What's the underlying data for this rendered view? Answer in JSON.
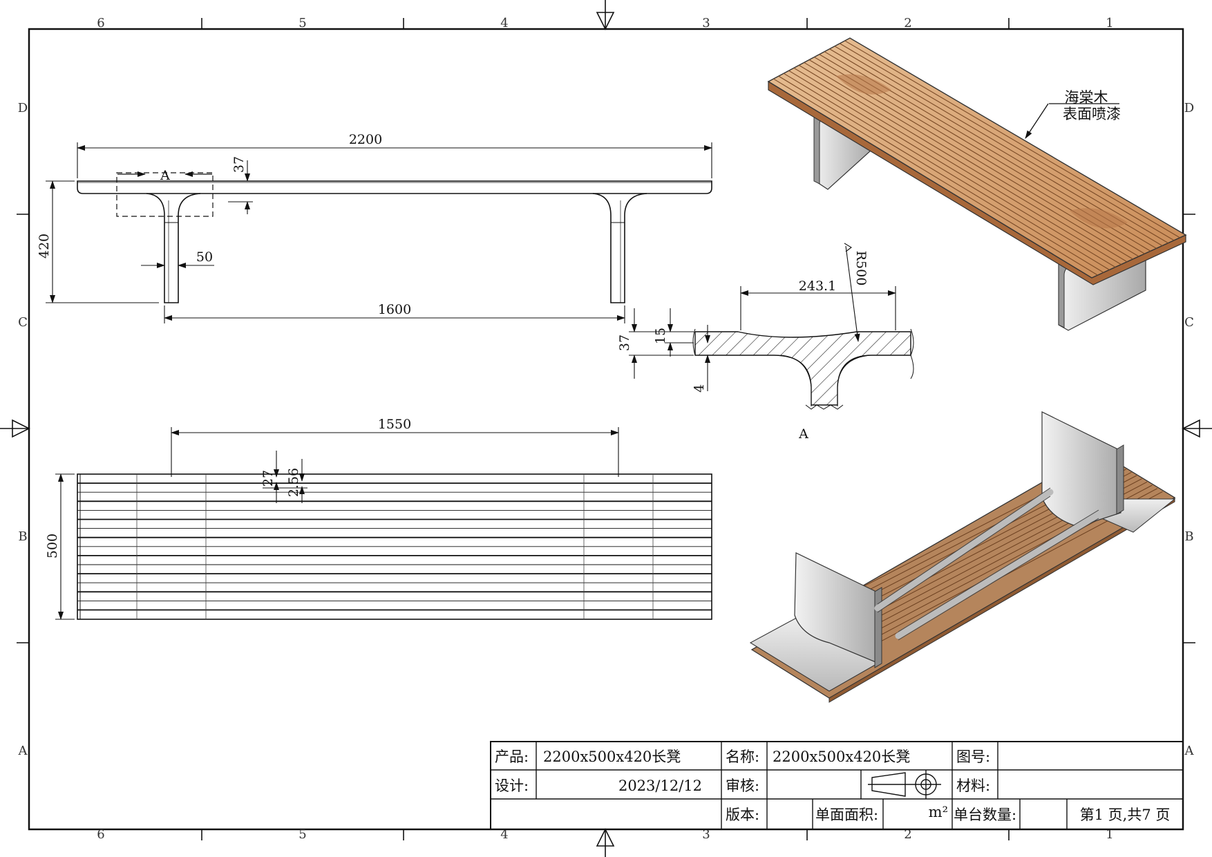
{
  "zones": {
    "columns": [
      "6",
      "5",
      "4",
      "3",
      "2",
      "1"
    ],
    "rows": [
      "D",
      "C",
      "B",
      "A"
    ]
  },
  "front_view": {
    "overall_length": "2200",
    "seat_thickness": "37",
    "height": "420",
    "leg_thickness": "50",
    "leg_spacing": "1600",
    "detail_label": "A"
  },
  "top_view": {
    "slat_spacing": "1550",
    "slat_width": "27",
    "slat_gap": "2.56",
    "depth": "500"
  },
  "detail_a": {
    "label": "A",
    "radius": "R500",
    "recess_width": "243.1",
    "recess_depth": "15",
    "seat_thickness": "37",
    "plate": "4"
  },
  "material_note": {
    "line1": "海棠木",
    "line2": "表面喷漆"
  },
  "colors": {
    "wood": "#c98b57",
    "wood_light": "#e2b68a",
    "metal": "#c9c9c9",
    "metal_dark": "#9a9a9a",
    "line": "#111111"
  },
  "title_block": {
    "product_label": "产品:",
    "product_value": "2200x500x420长凳",
    "name_label": "名称:",
    "name_value": "2200x500x420长凳",
    "drawing_no_label": "图号:",
    "design_label": "设计:",
    "date_value": "2023/12/12",
    "review_label": "审核:",
    "material_label": "材料:",
    "version_label": "版本:",
    "area_label": "单面面积:",
    "area_unit": "m²",
    "qty_label": "单台数量:",
    "page_text": "第1 页,共7 页"
  }
}
